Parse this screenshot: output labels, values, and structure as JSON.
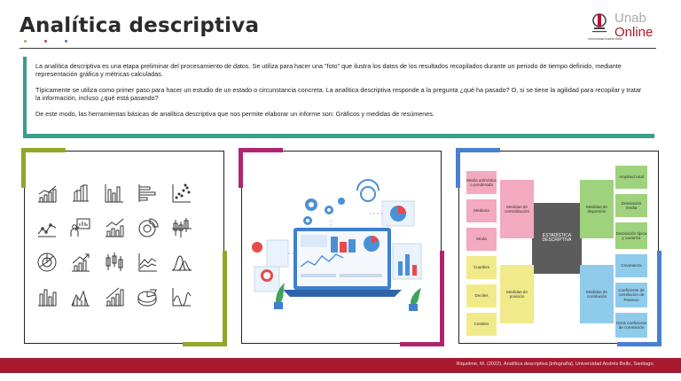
{
  "header": {
    "title": "Analítica descriptiva",
    "dot_colors": [
      "#8fbb3c",
      "#c2367a",
      "#4b72c8"
    ],
    "logo": {
      "unab": "Unab",
      "online": "Online",
      "university_line": "Universidad Andrés Bello"
    }
  },
  "intro": {
    "paragraphs": [
      "La analítica descriptiva es una etapa preliminar del procesamiento de datos. Se utiliza para hacer una \"foto\" que ilustra los datos de los resultados recopilados durante un periodo de tiempo definido, mediante representación gráfica y métricas calculadas.",
      "Típicamente se utiliza como primer paso para hacer un estudio de un estado o circunstancia concreta. La analítica descriptiva responde a la pregunta ¿qué ha pasado? O, si se tiene la agilidad para recopilar y tratar la información, incluso ¿qué está pasando?",
      "De este modo, las herramientas básicas de analítica descriptiva que nos permite elaborar un informe son:  Gráficos y medidas de resúmenes."
    ],
    "accent_color": "#3a9d8f"
  },
  "panels": {
    "icons_panel": {
      "accent_color": "#8fa82a",
      "icons": [
        "bar-growth-icon",
        "3d-bars-icon",
        "bar-chart-icon",
        "horizontal-bars-icon",
        "scatter-icon",
        "line-trend-icon",
        "presenter-chart-icon",
        "bars-line-icon",
        "pie-donut-icon",
        "candlestick-icon",
        "target-chart-icon",
        "growth-arrow-icon",
        "box-plot-icon",
        "area-line-icon",
        "bell-curve-icon",
        "column-chart-icon",
        "mountain-chart-icon",
        "stair-bars-icon",
        "pie-3d-icon",
        "wave-line-icon"
      ]
    },
    "illustration_panel": {
      "accent_color": "#b0246e"
    },
    "mindmap_panel": {
      "accent_color": "#4a7fd1",
      "center": "ESTADÍSTICA DESCRIPTIVA",
      "left_top": {
        "hub": "Medidas de centralización",
        "items": [
          "Media aritmética o ponderada",
          "Mediana",
          "Moda"
        ]
      },
      "left_bottom": {
        "hub": "Medidas de posición",
        "items": [
          "Cuartiles",
          "Deciles",
          "Centiles"
        ]
      },
      "right_top": {
        "hub": "Medidas de dispersión",
        "items": [
          "Amplitud total",
          "Desviación media",
          "Desviación típica y varianza"
        ]
      },
      "right_bottom": {
        "hub": "Medidas de correlación",
        "items": [
          "Covarianza",
          "Coeficiente de correlación de Pearson",
          "Otros coeficiente de correlación"
        ]
      }
    }
  },
  "footer": {
    "citation": "Riquelme, M. (2022). Analítica descriptiva [infografía]. Universidad Andrés Bello, Santiago.",
    "color": "#a6192e"
  }
}
